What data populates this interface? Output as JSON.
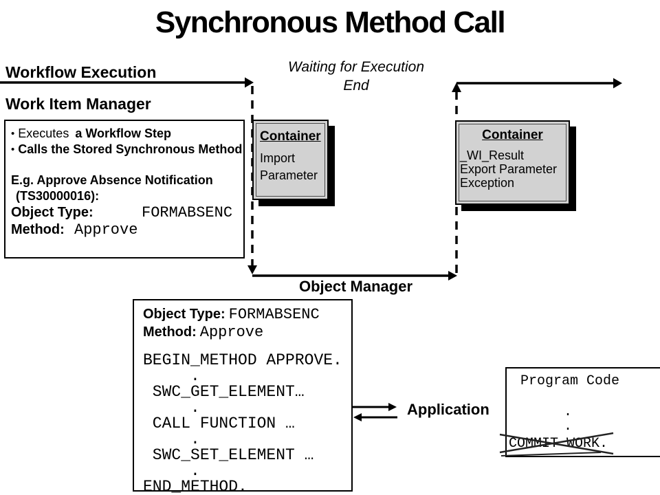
{
  "title": "Synchronous Method Call",
  "lanes": {
    "workflow_execution": "Workflow Execution",
    "work_item_manager": "Work Item Manager",
    "object_manager": "Object Manager",
    "application": "Application"
  },
  "waiting_note": {
    "line1": "Waiting for Execution",
    "line2": "End"
  },
  "work_item_box": {
    "bullet_marker": "•",
    "bullet1_normal": "Executes",
    "bullet1_bold": "a Workflow Step",
    "bullet2_bold": "Calls the Stored Synchronous Method",
    "example_line1": "E.g. Approve Absence Notification",
    "example_line2": "(TS30000016):",
    "object_type_label": "Object Type:",
    "object_type_value": "FORMABSENC",
    "method_label": "Method:",
    "method_value": "Approve"
  },
  "container_left": {
    "title": "Container",
    "items": [
      "Import",
      "Parameter"
    ]
  },
  "container_right": {
    "title": "Container",
    "items": [
      "_WI_Result",
      "Export Parameter",
      "Exception"
    ]
  },
  "code_box": {
    "object_type_label": "Object Type:",
    "object_type_value": "FORMABSENC",
    "method_label": "Method:",
    "method_value": "Approve",
    "lines": [
      "BEGIN_METHOD APPROVE.",
      "     .",
      " SWC_GET_ELEMENT…",
      "     .",
      " CALL FUNCTION …",
      "     .",
      " SWC_SET_ELEMENT …",
      "     .",
      "END_METHOD."
    ]
  },
  "program_code_box": {
    "title": "Program Code",
    "dot1": ".",
    "dot2": ".",
    "crossed_line": "COMMIT WORK."
  },
  "colors": {
    "background": "#ffffff",
    "ink": "#000000",
    "container_fill": "#d2d2d2",
    "shadow": "#000000"
  }
}
